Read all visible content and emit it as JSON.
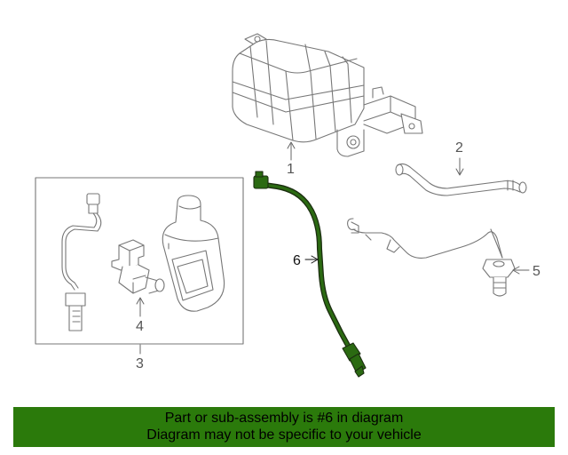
{
  "callouts": {
    "c1": "1",
    "c2": "2",
    "c3": "3",
    "c4": "4",
    "c5": "5",
    "c6": "6"
  },
  "banner": {
    "line1": "Part or sub-assembly is #6 in diagram",
    "line2": "Diagram may not be specific to your vehicle",
    "color": "#2b7a0b"
  },
  "highlight_color": "#2b6a12"
}
